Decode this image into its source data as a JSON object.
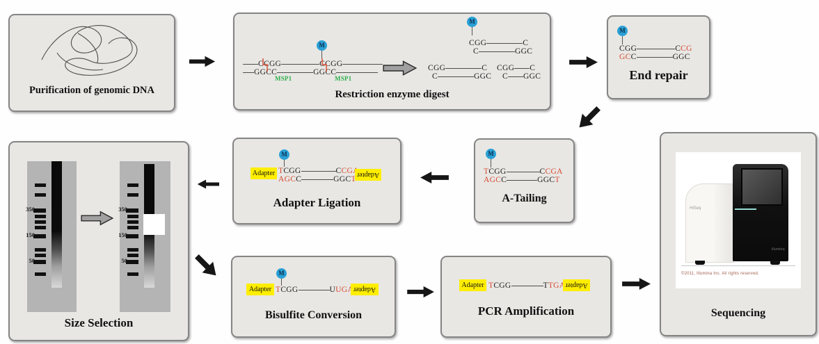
{
  "palette": {
    "box_bg": "#e8e7e4",
    "box_border": "#858585",
    "seq_red": "#d7482e",
    "enzyme_green": "#2fae4a",
    "methyl_blue": "#2aa0d5",
    "adapter_yellow": "#ffee00",
    "arrow_black": "#161616",
    "arrow_grey": "#9f9f9f",
    "gel_bg": "#b4b4b4",
    "caption_color": "#a2604f",
    "status_teal": "#96dbd3"
  },
  "labels": {
    "methyl": "M",
    "adapter": "Adapter",
    "enzyme": "MSP1"
  },
  "steps": {
    "purification": {
      "title": "Purification of genomic DNA"
    },
    "restriction": {
      "title": "Restriction enzyme digest",
      "intact": {
        "top": [
          "CCGG",
          "CCGG"
        ],
        "bottom": [
          "GGCC",
          "GGCC"
        ]
      },
      "fragments": [
        {
          "tl": "CGG",
          "tr": "C",
          "bl": "C",
          "br": "GGC"
        },
        {
          "tl": "CGG",
          "tr": "C",
          "bl": "C",
          "br": "GGC"
        },
        {
          "tl": "CGG",
          "tr": "C",
          "bl": "C",
          "br": "GGC"
        }
      ]
    },
    "end_repair": {
      "title": "End repair",
      "strand": {
        "top_left": "CGG",
        "top_right_black": "C",
        "top_right_red": "CG",
        "bottom_left_red": "GC",
        "bottom_left_black": "C",
        "bottom_right": "GGC"
      }
    },
    "a_tailing": {
      "title": "A-Tailing",
      "strand": {
        "top_left_red": "T",
        "top_left_black": "CGG",
        "top_right_black": "C",
        "top_right_red": "CGA",
        "bottom_left_red": "AGC",
        "bottom_left_black": "C",
        "bottom_right_black": "GGC",
        "bottom_right_red": "T"
      }
    },
    "adapter_ligation": {
      "title": "Adapter Ligation",
      "strand": {
        "top_left_red": "T",
        "top_left_black": "CGG",
        "top_right_black": "C",
        "top_right_red": "CGA",
        "bottom_left_red": "AGC",
        "bottom_left_black": "C",
        "bottom_right_black": "GGC",
        "bottom_right_red": "T"
      }
    },
    "size_selection": {
      "title": "Size Selection",
      "marker_labels": [
        "350",
        "150",
        "50"
      ]
    },
    "bisulfite": {
      "title": "Bisulfite Conversion",
      "strand": {
        "left_red": "T",
        "left_black": "CGG",
        "right_black": "U",
        "right_red": "UGA"
      }
    },
    "pcr": {
      "title": "PCR Amplification",
      "strand": {
        "left_red": "T",
        "left_black": "CGG",
        "right_black": "T",
        "right_red": "TGA"
      }
    },
    "sequencing": {
      "title": "Sequencing",
      "caption": "©2011, Illumina Inc. All rights reserved.",
      "machine_model": "HiSeq",
      "brand": "illumina"
    }
  }
}
